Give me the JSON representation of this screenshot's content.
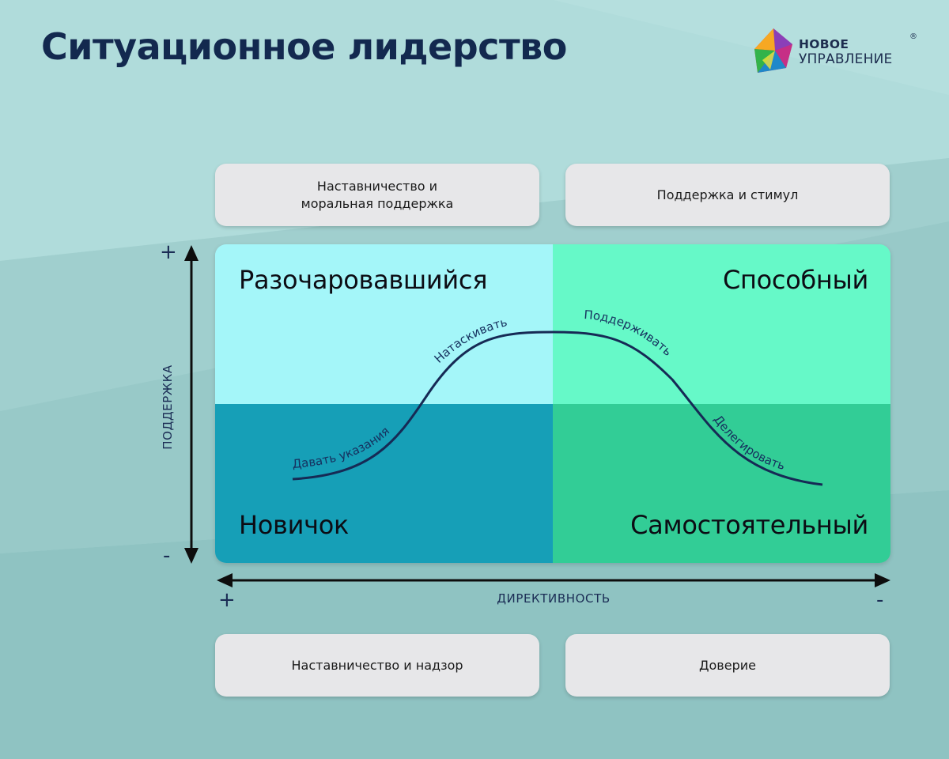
{
  "title": "Ситуационное лидерство",
  "logo": {
    "line1": "НОВОЕ",
    "line2": "УПРАВЛЕНИЕ",
    "reg": "®"
  },
  "boxes": {
    "top_left": "Наставничество и\nморальная поддержка",
    "top_right": "Поддержка и стимул",
    "bottom_left": "Наставничество и надзор",
    "bottom_right": "Доверие"
  },
  "quadrants": {
    "top_left": "Разочаровавшийся",
    "top_right": "Способный",
    "bottom_left": "Новичок",
    "bottom_right": "Самостоятельный"
  },
  "curve_labels": {
    "s1": "Давать указания",
    "s2": "Натаскивать",
    "s3": "Поддерживать",
    "s4": "Делегировать"
  },
  "axes": {
    "y_label": "ПОДДЕРЖКА",
    "y_plus": "+",
    "y_minus": "-",
    "x_label": "ДИРЕКТИВНОСТЬ",
    "x_plus": "+",
    "x_minus": "-"
  },
  "colors": {
    "quadrant_top_left": "#a4f6f9",
    "quadrant_top_right": "#66f9c8",
    "quadrant_bottom_left": "#169fb7",
    "quadrant_bottom_right": "#32cd96",
    "curve": "#162a55"
  }
}
